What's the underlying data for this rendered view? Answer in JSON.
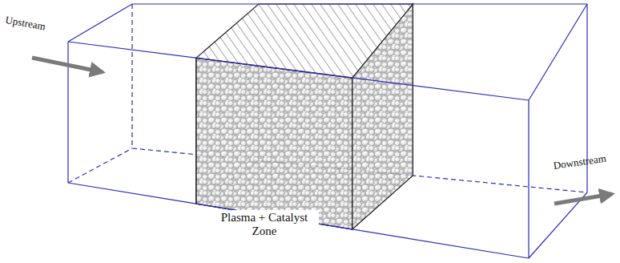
{
  "diagram": {
    "labels": [
      "Upstream",
      "Downstream",
      "Plasma + Catalyst Zone"
    ]
  }
}
